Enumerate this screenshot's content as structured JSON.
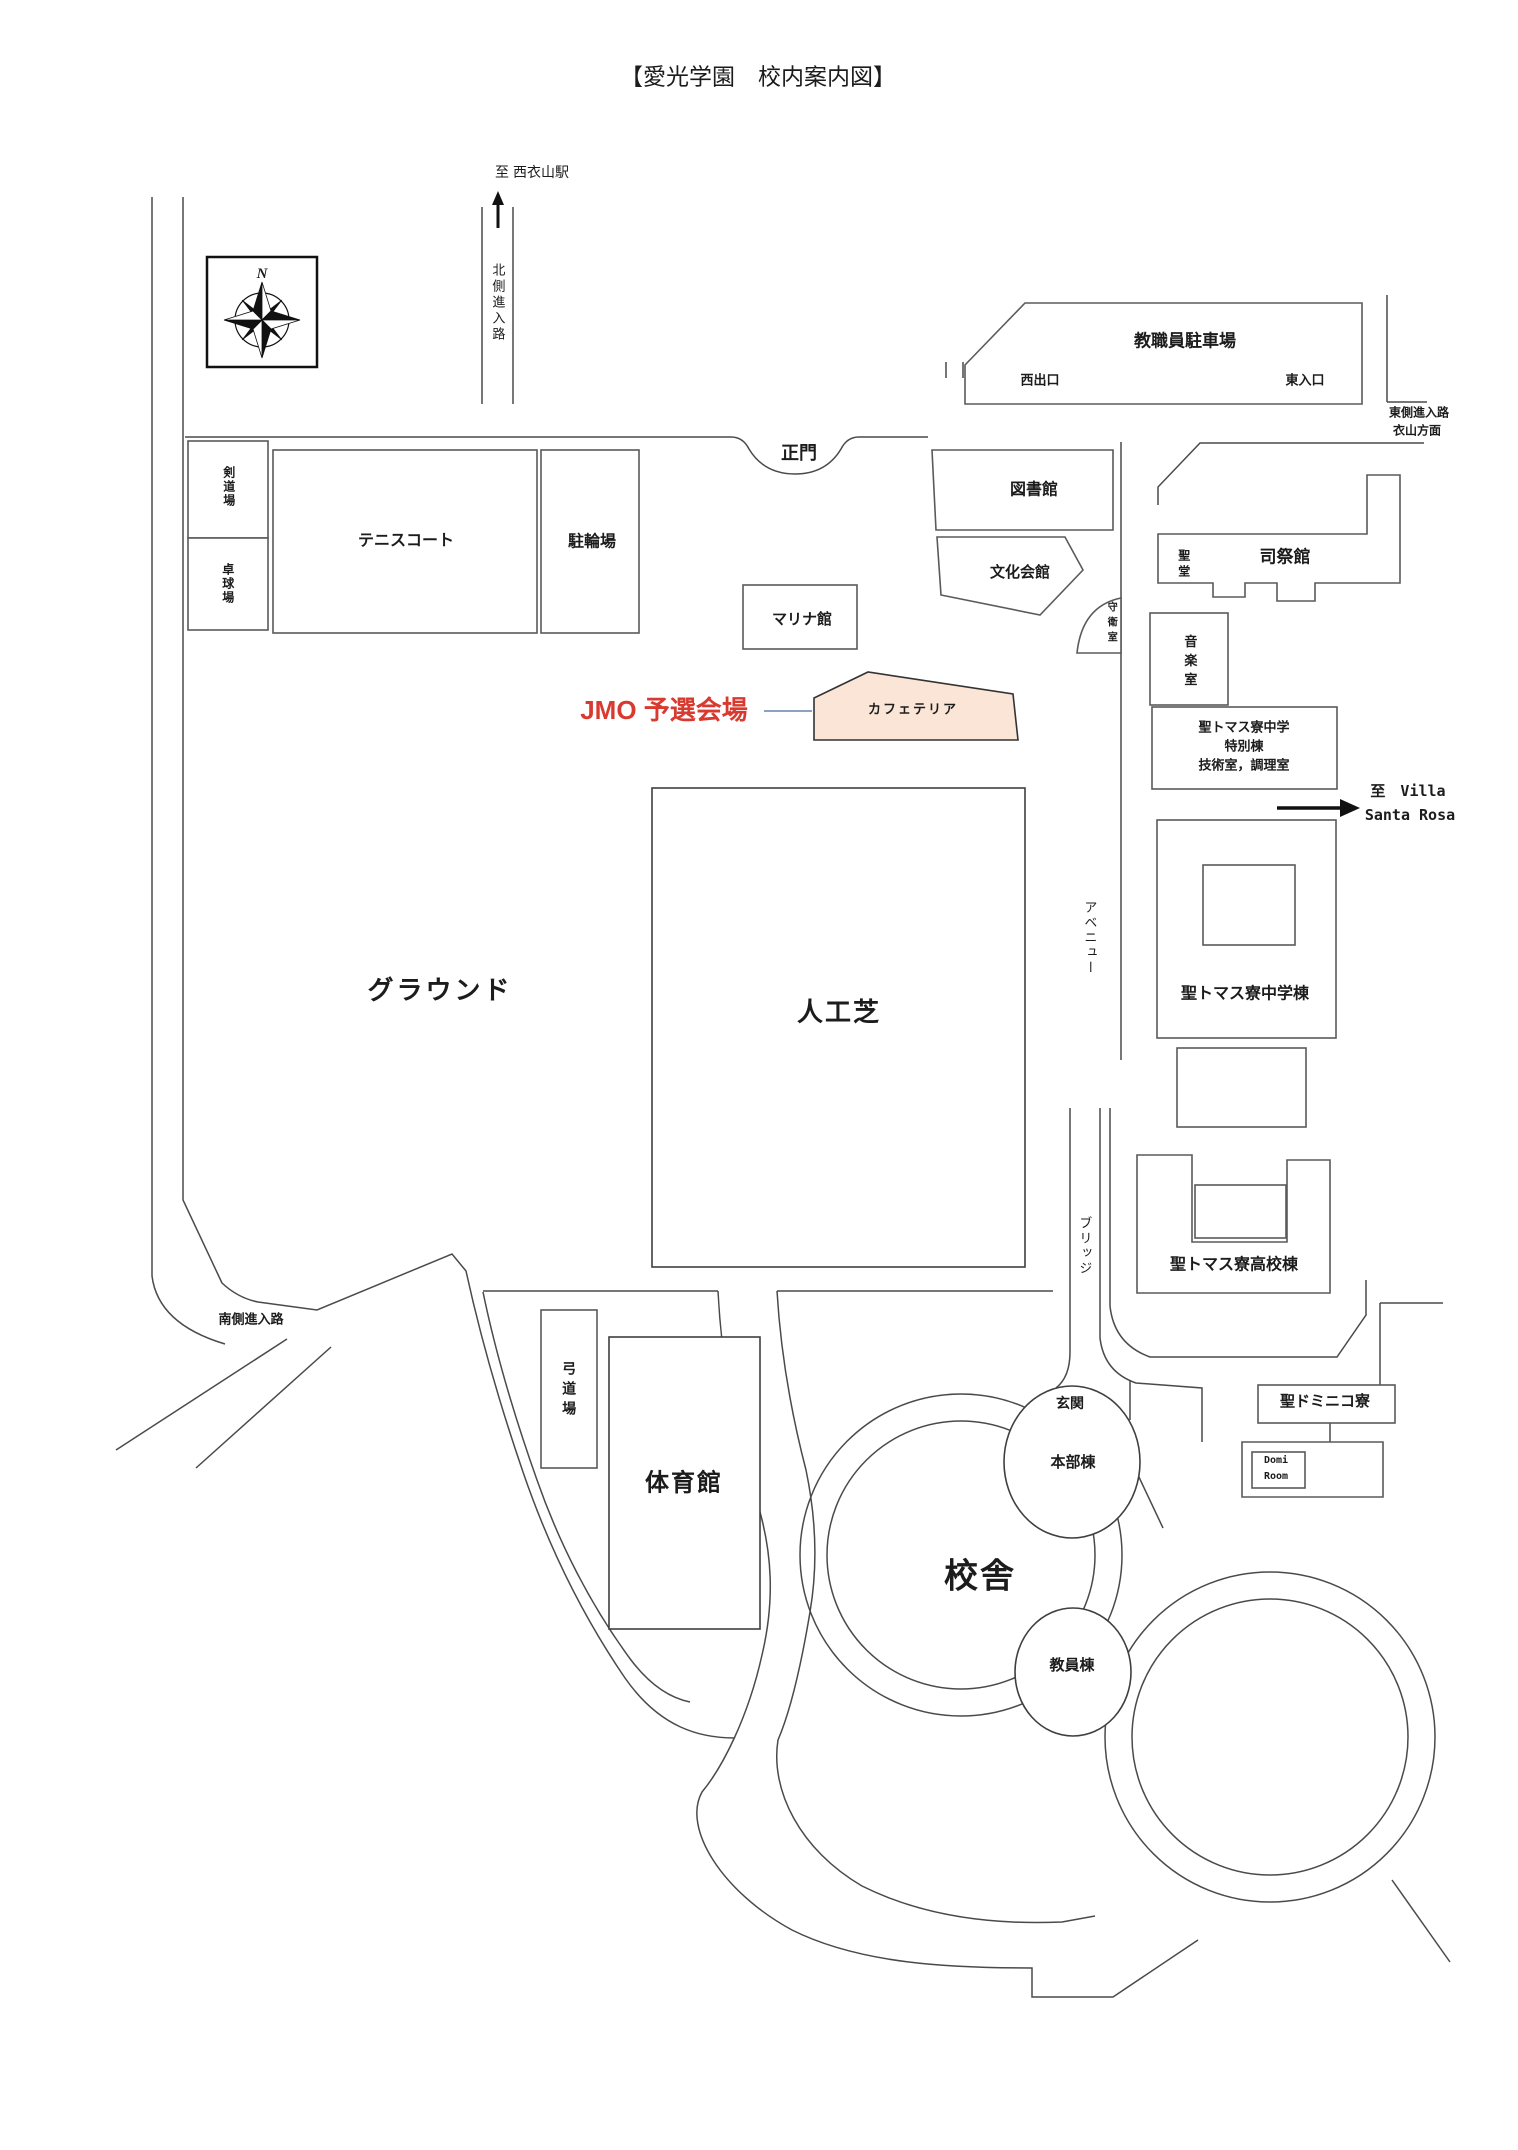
{
  "title": "【愛光学園　校内案内図】",
  "compass": {
    "north_label": "N"
  },
  "annotation": {
    "jmo_venue": "JMO 予選会場"
  },
  "colors": {
    "accent_red": "#D93A30",
    "cafeteria_fill": "#FBE5D6",
    "line": "#4a4a4a",
    "connector": "#8CA2C0"
  },
  "roads": {
    "to_station": "至 西衣山駅",
    "north_access": "北側進入路",
    "east_access": "東側進入路",
    "east_access_direction": "衣山方面",
    "south_access": "南側進入路",
    "avenue": "アベニュー",
    "bridge": "ブリッジ",
    "main_gate": "正門",
    "to_villa_line1": "至　Villa",
    "to_villa_line2": "Santa Rosa"
  },
  "areas": {
    "ground": "グラウンド",
    "artificial_turf": "人工芝"
  },
  "buildings": {
    "staff_parking": "教職員駐車場",
    "west_exit": "西出口",
    "east_entrance": "東入口",
    "library": "図書館",
    "culture_hall": "文化会館",
    "priest_house": "司祭館",
    "chapel": "聖堂",
    "guard_room": "守衛室",
    "music_room": "音楽室",
    "marina_hall": "マリナ館",
    "cafeteria": "カフェテリア",
    "st_thomas_special_line1": "聖トマス寮中学",
    "st_thomas_special_line2": "特別棟",
    "st_thomas_special_line3": "技術室，調理室",
    "st_thomas_junior": "聖トマス寮中学棟",
    "st_thomas_senior": "聖トマス寮高校棟",
    "st_dominic": "聖ドミニコ寮",
    "domi_room_line1": "Domi",
    "domi_room_line2": "Room",
    "kendo_hall": "剣道場",
    "table_tennis": "卓球場",
    "tennis_court": "テニスコート",
    "bicycle_parking": "駐輪場",
    "kyudo_hall": "弓道場",
    "gymnasium": "体育館",
    "entrance": "玄関",
    "headquarters": "本部棟",
    "school_building": "校舎",
    "faculty_building": "教員棟"
  }
}
